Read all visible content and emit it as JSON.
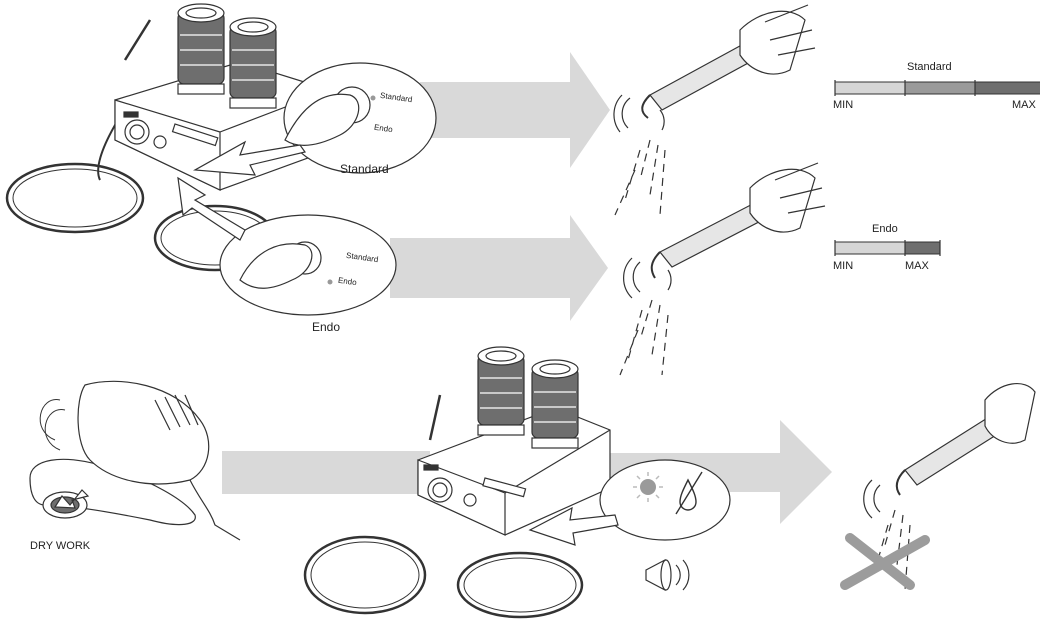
{
  "mode_labels": {
    "standard": "Standard",
    "endo": "Endo",
    "dry_work": "DRY WORK"
  },
  "standard_scale": {
    "title": "Standard",
    "min_label": "MIN",
    "max_label": "MAX",
    "segments": 3
  },
  "endo_scale": {
    "title": "Endo",
    "min_label": "MIN",
    "max_label": "MAX",
    "segments": 2
  },
  "zoom_standard": {
    "top_text": "Standard",
    "bottom_text": "Endo"
  },
  "zoom_endo": {
    "top_text": "Standard",
    "bottom_text": "Endo"
  },
  "colors": {
    "arrow": "#d9d9d9",
    "line": "#333333",
    "knob": "#6e6e6e",
    "bar_light": "#d6d6d6",
    "bar_mid": "#9a9a9a",
    "bar_dark": "#6e6e6e",
    "cross": "#9c9c9c"
  },
  "icons": [
    "light-icon",
    "no-water-icon",
    "sound-icon"
  ]
}
